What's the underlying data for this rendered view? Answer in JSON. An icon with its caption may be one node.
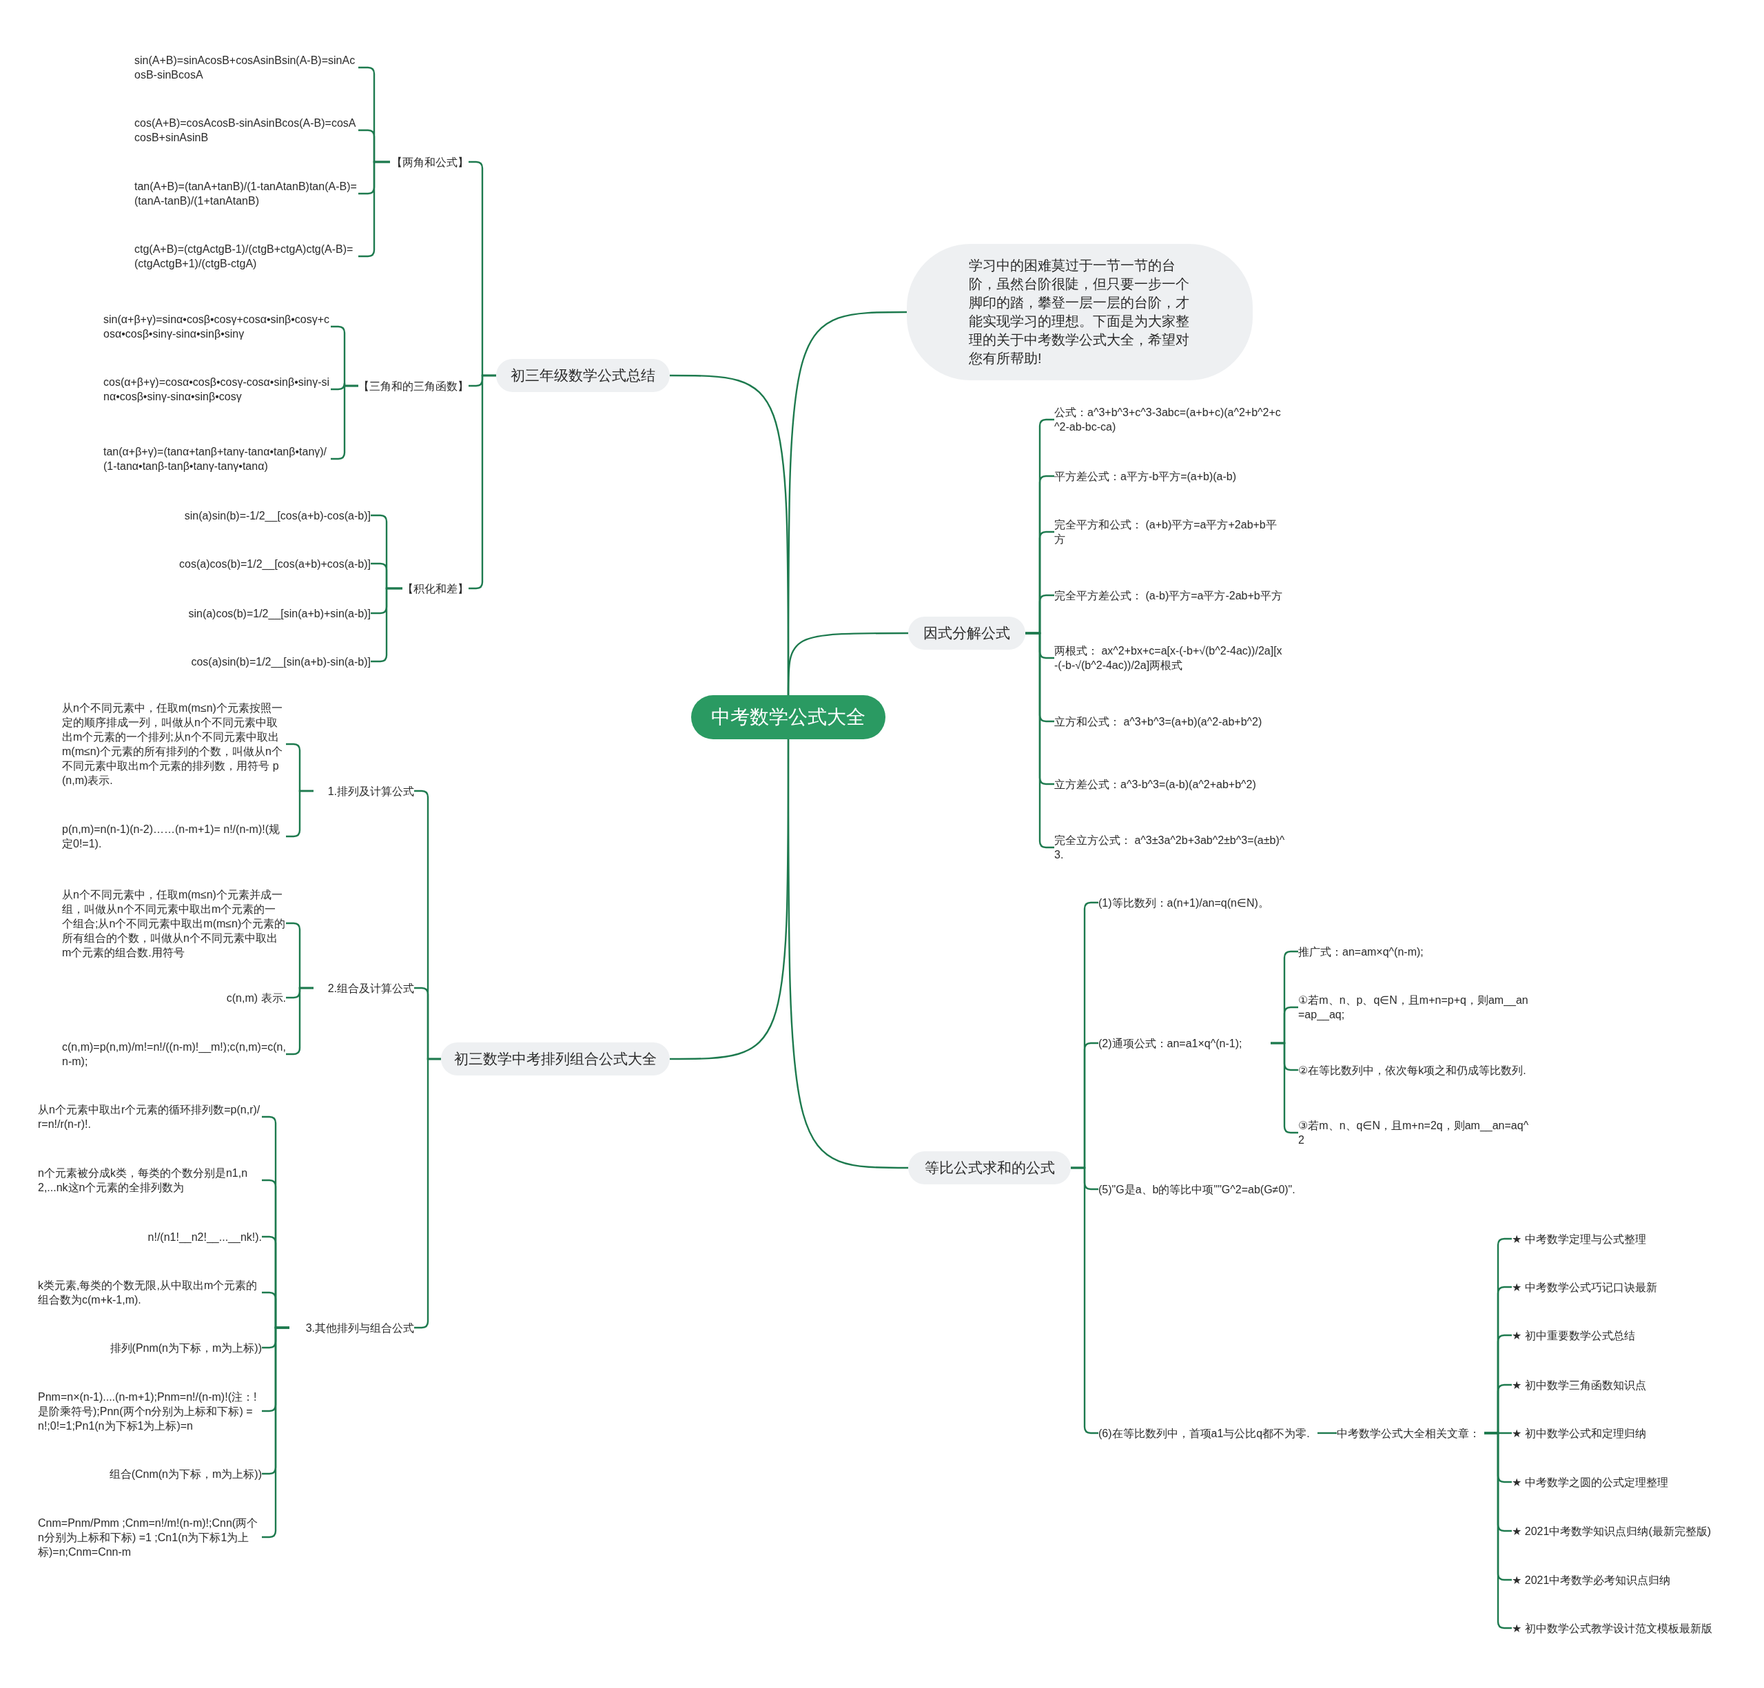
{
  "diagram": {
    "nodes": [
      {
        "text": [
          "中考数学公式大全"
        ]
      },
      {
        "text": [
          "初三年级数学公式总结"
        ]
      },
      {
        "text": [
          "【两角和公式】"
        ]
      },
      {
        "text": [
          "sin(A+B)=sinAcosB+cosAsinBsin(A-B)=sinAcosB-sinBcosA"
        ]
      },
      {
        "text": [
          "cos(A+B)=cosAcosB-sinAsinBcos(A-B)=cosAcosB+sinAsinB"
        ]
      },
      {
        "text": [
          "tan(A+B)=(tanA+tanB)/(1-tanAtanB)tan(A-B)=(tanA-tanB)/(1+tanAtanB)"
        ]
      },
      {
        "text": [
          "ctg(A+B)=(ctgActgB-1)/(ctgB+ctgA)ctg(A-B)=(ctgActgB+1)/(ctgB-ctgA)"
        ]
      },
      {
        "text": [
          "【三角和的三角函数】"
        ]
      },
      {
        "text": [
          "sin(α+β+γ)=sinα•cosβ•cosγ+cosα•sinβ•cosγ+cosα•cosβ•sinγ-sinα•sinβ•sinγ"
        ]
      },
      {
        "text": [
          "cos(α+β+γ)=cosα•cosβ•cosγ-cosα•sinβ•sinγ-sinα•cosβ•sinγ-sinα•sinβ•cosγ"
        ]
      },
      {
        "text": [
          "tan(α+β+γ)=(tanα+tanβ+tanγ-tanα•tanβ•tanγ)/(1-tanα•tanβ-tanβ•tanγ-tanγ•tanα)"
        ]
      },
      {
        "text": [
          "【积化和差】"
        ]
      },
      {
        "text": [
          "sin(a)sin(b)=-1/2__[cos(a+b)-cos(a-b)]"
        ]
      },
      {
        "text": [
          "cos(a)cos(b)=1/2__[cos(a+b)+cos(a-b)]"
        ]
      },
      {
        "text": [
          "sin(a)cos(b)=1/2__[sin(a+b)+sin(a-b)]"
        ]
      },
      {
        "text": [
          "cos(a)sin(b)=1/2__[sin(a+b)-sin(a-b)]"
        ]
      },
      {
        "text": [
          "初三数学中考排列组合公式大全"
        ]
      },
      {
        "text": [
          "1.排列及计算公式"
        ]
      },
      {
        "text": [
          "从n个不同元素中，任取m(m≤n)个元素按照一定的顺序排成一列，叫做从n个不同元素中取出m个元素的一个排列;从n个不同元素中取出m(m≤n)个元素的所有排列的个数，叫做从n个不同元素中取出m个元素的排列数，用符号 p(n,m)表示."
        ]
      },
      {
        "text": [
          "p(n,m)=n(n-1)(n-2)……(n-m+1)= n!/(n-m)!(规定0!=1)."
        ]
      },
      {
        "text": [
          "2.组合及计算公式"
        ]
      },
      {
        "text": [
          "从n个不同元素中，任取m(m≤n)个元素并成一组，叫做从n个不同元素中取出m个元素的一个组合;从n个不同元素中取出m(m≤n)个元素的所有组合的个数，叫做从n个不同元素中取出m个元素的组合数.用符号"
        ]
      },
      {
        "text": [
          "c(n,m) 表示."
        ]
      },
      {
        "text": [
          "c(n,m)=p(n,m)/m!=n!/((n-m)!__m!);c(n,m)=c(n,n-m);"
        ]
      },
      {
        "text": [
          "3.其他排列与组合公式"
        ]
      },
      {
        "text": [
          "从n个元素中取出r个元素的循环排列数=p(n,r)/r=n!/r(n-r)!."
        ]
      },
      {
        "text": [
          "n个元素被分成k类，每类的个数分别是n1,n2,...nk这n个元素的全排列数为"
        ]
      },
      {
        "text": [
          "n!/(n1!__n2!__...__nk!)."
        ]
      },
      {
        "text": [
          "k类元素,每类的个数无限,从中取出m个元素的组合数为c(m+k-1,m)."
        ]
      },
      {
        "text": [
          "排列(Pnm(n为下标，m为上标))"
        ]
      },
      {
        "text": [
          "Pnm=n×(n-1)....(n-m+1);Pnm=n!/(n-m)!(注：!是阶乘符号);Pnn(两个n分别为上标和下标) =n!;0!=1;Pn1(n为下标1为上标)=n"
        ]
      },
      {
        "text": [
          "组合(Cnm(n为下标，m为上标))"
        ]
      },
      {
        "text": [
          "Cnm=Pnm/Pmm ;Cnm=n!/m!(n-m)!;Cnn(两个n分别为上标和下标) =1 ;Cn1(n为下标1为上标)=n;Cnm=Cnn-m"
        ]
      },
      {
        "text": [
          "学习中的困难莫过于一节一节的台阶，虽然台阶很陡，但只要一步一个脚印的踏，攀登一层一层的台阶，才能实现学习的理想。下面是为大家整理的关于中考数学公式大全，希望对您有所帮助!"
        ]
      },
      {
        "text": [
          "因式分解公式"
        ]
      },
      {
        "text": [
          "公式：a^3+b^3+c^3-3abc=(a+b+c)(a^2+b^2+c^2-ab-bc-ca)"
        ]
      },
      {
        "text": [
          "平方差公式：a平方-b平方=(a+b)(a-b)"
        ]
      },
      {
        "text": [
          "完全平方和公式： (a+b)平方=a平方+2ab+b平方"
        ]
      },
      {
        "text": [
          "完全平方差公式： (a-b)平方=a平方-2ab+b平方"
        ]
      },
      {
        "text": [
          "两根式： ax^2+bx+c=a[x-(-b+√(b^2-4ac))/2a][x-(-b-√(b^2-4ac))/2a]两根式"
        ]
      },
      {
        "text": [
          "立方和公式： a^3+b^3=(a+b)(a^2-ab+b^2)"
        ]
      },
      {
        "text": [
          "立方差公式：a^3-b^3=(a-b)(a^2+ab+b^2)"
        ]
      },
      {
        "text": [
          "完全立方公式： a^3±3a^2b+3ab^2±b^3=(a±b)^3."
        ]
      },
      {
        "text": [
          "等比公式求和的公式"
        ]
      },
      {
        "text": [
          "(1)等比数列：a(n+1)/an=q(n∈N)。"
        ]
      },
      {
        "text": [
          "(2)通项公式：an=a1×q^(n-1);"
        ]
      },
      {
        "text": [
          "推广式：an=am×q^(n-m);"
        ]
      },
      {
        "text": [
          "①若m、n、p、q∈N，且m+n=p+q，则am__an=ap__aq;"
        ]
      },
      {
        "text": [
          "②在等比数列中，依次每k项之和仍成等比数列."
        ]
      },
      {
        "text": [
          "③若m、n、q∈N，且m+n=2q，则am__an=aq^2"
        ]
      },
      {
        "text": [
          "(5)\"G是a、b的等比中项\"\"G^2=ab(G≠0)\"."
        ]
      },
      {
        "text": [
          "(6)在等比数列中，首项a1与公比q都不为零."
        ]
      },
      {
        "text": [
          "中考数学公式大全相关文章："
        ]
      },
      {
        "text": [
          "★ 中考数学定理与公式整理"
        ]
      },
      {
        "text": [
          "★ 中考数学公式巧记口诀最新"
        ]
      },
      {
        "text": [
          "★ 初中重要数学公式总结"
        ]
      },
      {
        "text": [
          "★ 初中数学三角函数知识点"
        ]
      },
      {
        "text": [
          "★ 初中数学公式和定理归纳"
        ]
      },
      {
        "text": [
          "★ 中考数学之圆的公式定理整理"
        ]
      },
      {
        "text": [
          "★ 2021中考数学知识点归纳(最新完整版)"
        ]
      },
      {
        "text": [
          "★ 2021中考数学必考知识点归纳"
        ]
      },
      {
        "text": [
          "★ 初中数学公式教学设计范文模板最新版"
        ]
      }
    ],
    "edges": [
      {
        "from": 0,
        "to": 1,
        "arrow": "none"
      },
      {
        "from": 1,
        "to": 2,
        "arrow": "none"
      },
      {
        "from": 2,
        "to": 3,
        "arrow": "none"
      },
      {
        "from": 2,
        "to": 4,
        "arrow": "none"
      },
      {
        "from": 2,
        "to": 5,
        "arrow": "none"
      },
      {
        "from": 2,
        "to": 6,
        "arrow": "none"
      },
      {
        "from": 1,
        "to": 7,
        "arrow": "none"
      },
      {
        "from": 7,
        "to": 8,
        "arrow": "none"
      },
      {
        "from": 7,
        "to": 9,
        "arrow": "none"
      },
      {
        "from": 7,
        "to": 10,
        "arrow": "none"
      },
      {
        "from": 1,
        "to": 11,
        "arrow": "none"
      },
      {
        "from": 11,
        "to": 12,
        "arrow": "none"
      },
      {
        "from": 11,
        "to": 13,
        "arrow": "none"
      },
      {
        "from": 11,
        "to": 14,
        "arrow": "none"
      },
      {
        "from": 11,
        "to": 15,
        "arrow": "none"
      },
      {
        "from": 0,
        "to": 16,
        "arrow": "none"
      },
      {
        "from": 16,
        "to": 17,
        "arrow": "none"
      },
      {
        "from": 17,
        "to": 18,
        "arrow": "none"
      },
      {
        "from": 17,
        "to": 19,
        "arrow": "none"
      },
      {
        "from": 16,
        "to": 20,
        "arrow": "none"
      },
      {
        "from": 20,
        "to": 21,
        "arrow": "none"
      },
      {
        "from": 20,
        "to": 22,
        "arrow": "none"
      },
      {
        "from": 20,
        "to": 23,
        "arrow": "none"
      },
      {
        "from": 16,
        "to": 24,
        "arrow": "none"
      },
      {
        "from": 24,
        "to": 25,
        "arrow": "none"
      },
      {
        "from": 24,
        "to": 26,
        "arrow": "none"
      },
      {
        "from": 24,
        "to": 27,
        "arrow": "none"
      },
      {
        "from": 24,
        "to": 28,
        "arrow": "none"
      },
      {
        "from": 24,
        "to": 29,
        "arrow": "none"
      },
      {
        "from": 24,
        "to": 30,
        "arrow": "none"
      },
      {
        "from": 24,
        "to": 31,
        "arrow": "none"
      },
      {
        "from": 24,
        "to": 32,
        "arrow": "none"
      },
      {
        "from": 0,
        "to": 33,
        "arrow": "none"
      },
      {
        "from": 0,
        "to": 34,
        "arrow": "none"
      },
      {
        "from": 34,
        "to": 35,
        "arrow": "none"
      },
      {
        "from": 34,
        "to": 36,
        "arrow": "none"
      },
      {
        "from": 34,
        "to": 37,
        "arrow": "none"
      },
      {
        "from": 34,
        "to": 38,
        "arrow": "none"
      },
      {
        "from": 34,
        "to": 39,
        "arrow": "none"
      },
      {
        "from": 34,
        "to": 40,
        "arrow": "none"
      },
      {
        "from": 34,
        "to": 41,
        "arrow": "none"
      },
      {
        "from": 34,
        "to": 42,
        "arrow": "none"
      },
      {
        "from": 0,
        "to": 43,
        "arrow": "none"
      },
      {
        "from": 43,
        "to": 44,
        "arrow": "none"
      },
      {
        "from": 43,
        "to": 45,
        "arrow": "none"
      },
      {
        "from": 45,
        "to": 46,
        "arrow": "none"
      },
      {
        "from": 45,
        "to": 47,
        "arrow": "none"
      },
      {
        "from": 45,
        "to": 48,
        "arrow": "none"
      },
      {
        "from": 45,
        "to": 49,
        "arrow": "none"
      },
      {
        "from": 43,
        "to": 50,
        "arrow": "none"
      },
      {
        "from": 43,
        "to": 51,
        "arrow": "none"
      },
      {
        "from": 51,
        "to": 52,
        "arrow": "none"
      },
      {
        "from": 52,
        "to": 53,
        "arrow": "none"
      },
      {
        "from": 52,
        "to": 54,
        "arrow": "none"
      },
      {
        "from": 52,
        "to": 55,
        "arrow": "none"
      },
      {
        "from": 52,
        "to": 56,
        "arrow": "none"
      },
      {
        "from": 52,
        "to": 57,
        "arrow": "none"
      },
      {
        "from": 52,
        "to": 58,
        "arrow": "none"
      },
      {
        "from": 52,
        "to": 59,
        "arrow": "none"
      },
      {
        "from": 52,
        "to": 60,
        "arrow": "none"
      },
      {
        "from": 52,
        "to": 61,
        "arrow": "none"
      }
    ]
  }
}
